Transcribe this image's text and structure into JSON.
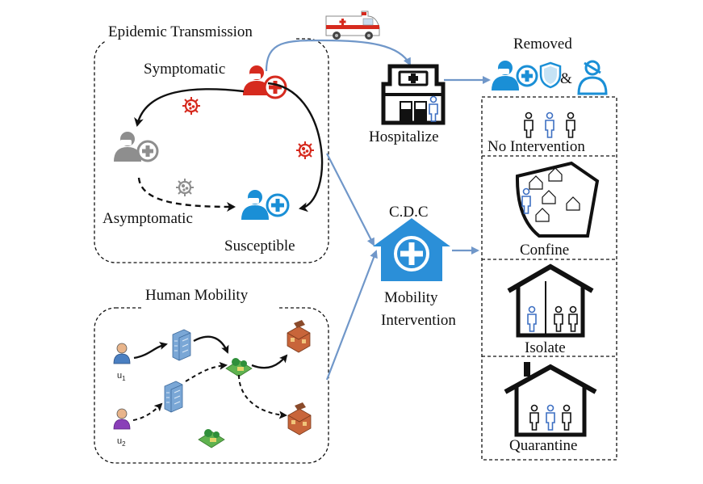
{
  "panels": {
    "epidemic_title": "Epidemic Transmission",
    "mobility_title": "Human Mobility"
  },
  "states": {
    "symptomatic": "Symptomatic",
    "asymptomatic": "Asymptomatic",
    "susceptible": "Susceptible"
  },
  "nodes": {
    "hospitalize": "Hospitalize",
    "removed": "Removed",
    "removed_joiner": "&",
    "cdc": "C.D.C",
    "mobility_intervention_line1": "Mobility",
    "mobility_intervention_line2": "Intervention"
  },
  "interventions": [
    "No Intervention",
    "Confine",
    "Isolate",
    "Quarantine"
  ],
  "users": {
    "u1": "u",
    "u1_sub": "1",
    "u2": "u",
    "u2_sub": "2"
  },
  "colors": {
    "symptomatic": "#d62a1e",
    "asymptomatic": "#8e8e8e",
    "susceptible": "#1a8fd6",
    "arrow": "#7097c9",
    "cdc": "#2b8fd8",
    "ambulance_red": "#d62a1e"
  }
}
